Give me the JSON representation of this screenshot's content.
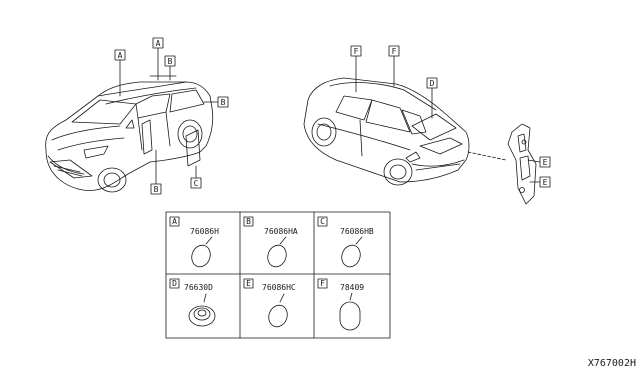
{
  "callouts": {
    "a": "A",
    "b": "B",
    "c": "C",
    "d": "D",
    "e": "E",
    "f": "F"
  },
  "parts": [
    {
      "letter": "A",
      "number": "76086H"
    },
    {
      "letter": "B",
      "number": "76086HA"
    },
    {
      "letter": "C",
      "number": "76086HB"
    },
    {
      "letter": "D",
      "number": "76630D"
    },
    {
      "letter": "E",
      "number": "76086HC"
    },
    {
      "letter": "F",
      "number": "78409"
    }
  ],
  "diagram_code": "X767002H",
  "colors": {
    "line": "#1a1a1a",
    "background": "#ffffff"
  }
}
